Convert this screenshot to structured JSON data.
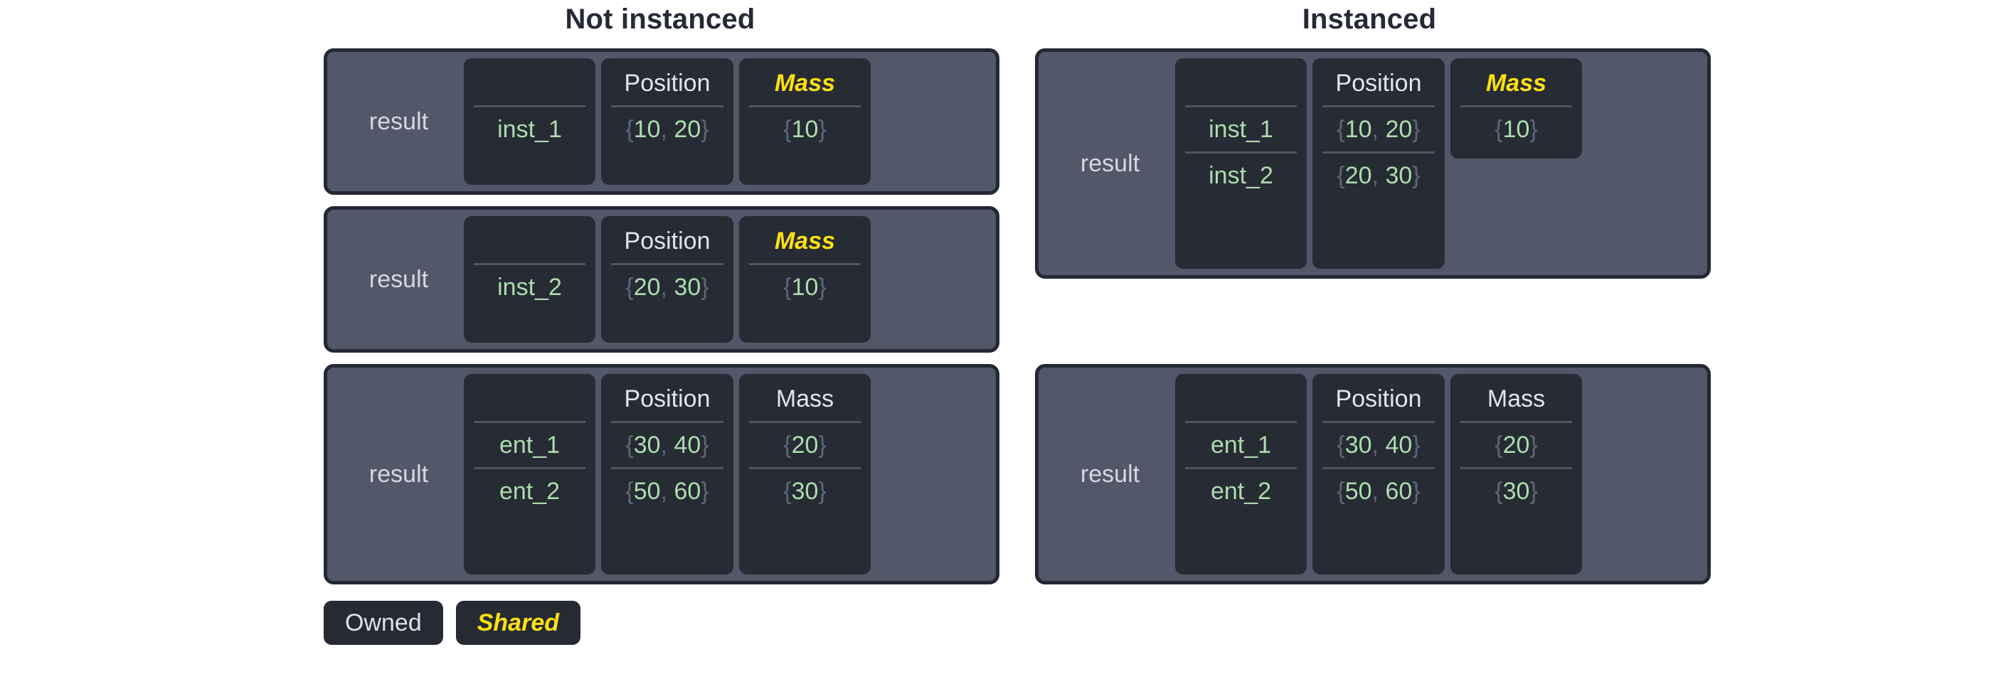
{
  "titles": {
    "left": "Not instanced",
    "right": "Instanced"
  },
  "labels": {
    "result": "result"
  },
  "headers": {
    "blank": "",
    "position": "Position",
    "mass": "Mass"
  },
  "colors": {
    "shared": "#ffe014",
    "owned": "#e2e5ea",
    "value_green": "#addcad",
    "brace_gray": "#5f6675",
    "panel_outer": "#525769",
    "panel_inner": "#262b34",
    "panel_border": "#232834",
    "divider": "#4e5464",
    "title": "#252a36",
    "background": "#ffffff"
  },
  "legend": {
    "owned": "Owned",
    "shared": "Shared"
  },
  "blocks": {
    "left_inst_1": {
      "label": "result",
      "names": [
        "inst_1"
      ],
      "positions": [
        "{10, 20}"
      ],
      "masses": [
        "{10}"
      ],
      "mass_header": "Mass",
      "mass_shared": true
    },
    "left_inst_2": {
      "label": "result",
      "names": [
        "inst_2"
      ],
      "positions": [
        "{20, 30}"
      ],
      "masses": [
        "{10}"
      ],
      "mass_header": "Mass",
      "mass_shared": true
    },
    "left_ent": {
      "label": "result",
      "names": [
        "ent_1",
        "ent_2"
      ],
      "positions": [
        "{30, 40}",
        "{50, 60}"
      ],
      "masses": [
        "{20}",
        "{30}"
      ],
      "mass_header": "Mass",
      "mass_shared": false
    },
    "right_inst": {
      "label": "result",
      "names": [
        "inst_1",
        "inst_2"
      ],
      "positions": [
        "{10, 20}",
        "{20, 30}"
      ],
      "masses": [
        "{10}"
      ],
      "mass_header": "Mass",
      "mass_shared": true
    },
    "right_ent": {
      "label": "result",
      "names": [
        "ent_1",
        "ent_2"
      ],
      "positions": [
        "{30, 40}",
        "{50, 60}"
      ],
      "masses": [
        "{20}",
        "{30}"
      ],
      "mass_header": "Mass",
      "mass_shared": false
    }
  }
}
